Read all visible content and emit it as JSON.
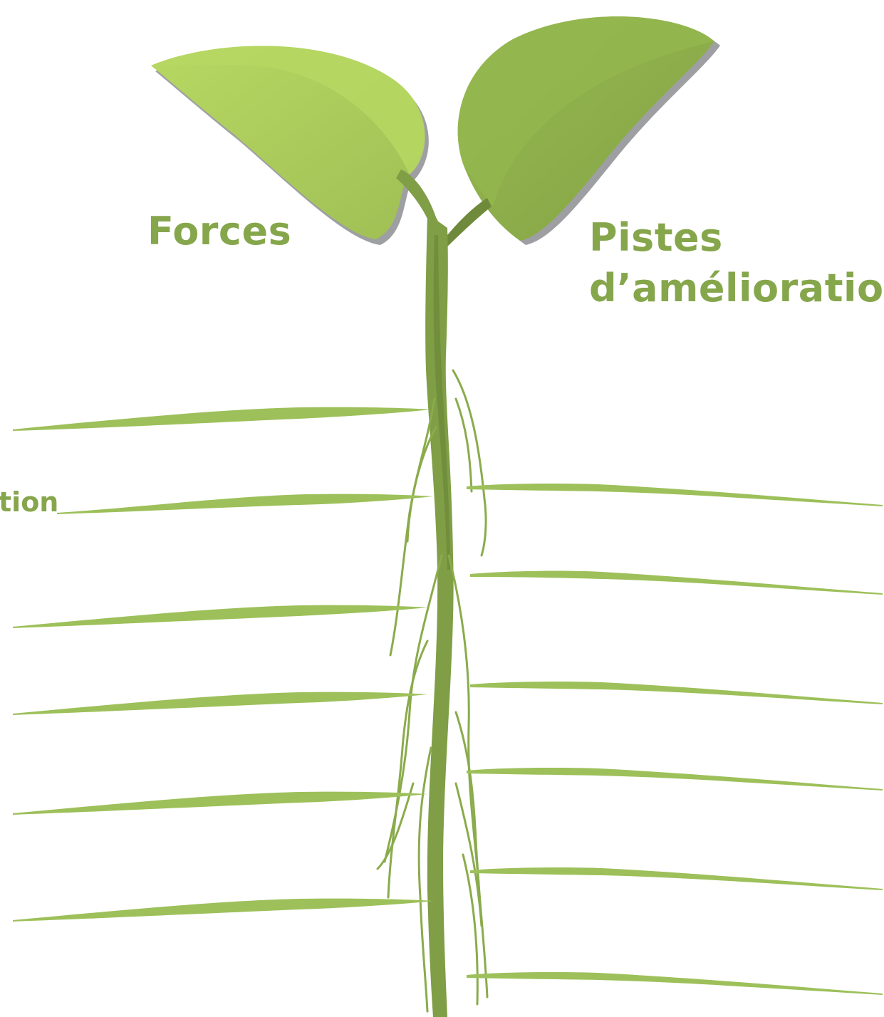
{
  "labels": {
    "left_heading": "Forces",
    "right_heading_line1": "Pistes",
    "right_heading_line2": "d’amélioration",
    "left_fragment": "tion"
  },
  "colors": {
    "leaf_left_light": "#b5d65f",
    "leaf_left_dark": "#a2c256",
    "leaf_right_light": "#93b64e",
    "leaf_right_dark": "#86a546",
    "leaf_shadow": "#9e9fa3",
    "stem": "#7f9e45",
    "stem_shade": "#6e8a3a",
    "root_line": "#9dc05a",
    "label_text": "#86a64c"
  },
  "writing_lines": {
    "left_count": 6,
    "right_count": 6
  }
}
